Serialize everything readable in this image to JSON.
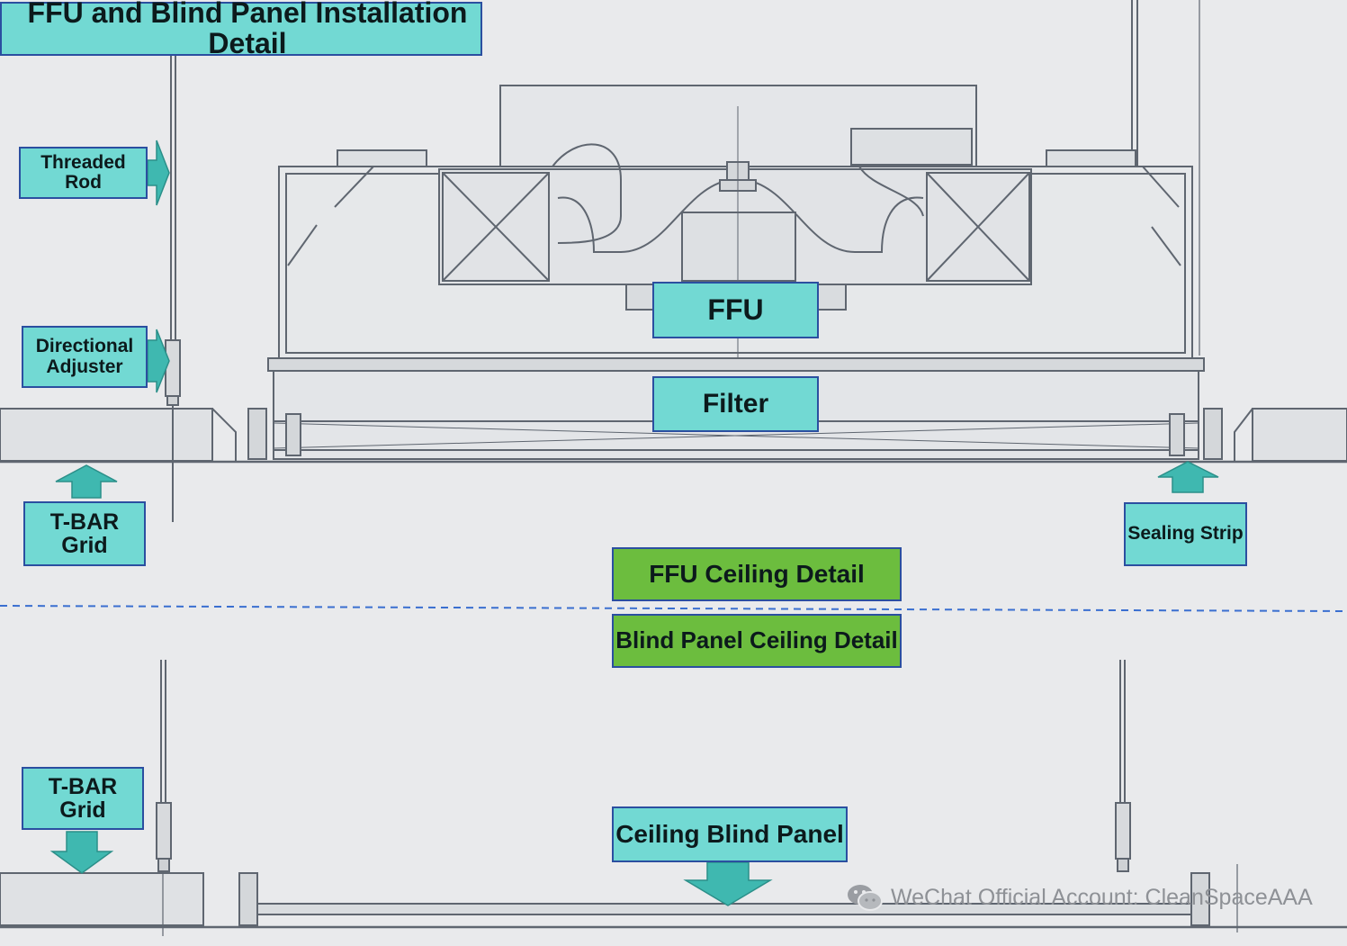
{
  "title": "FFU and Blind Panel Installation Detail",
  "labels": {
    "threaded_rod": "Threaded Rod",
    "directional_adjuster": "Directional Adjuster",
    "tbar_grid_top": "T-BAR Grid",
    "ffu": "FFU",
    "filter": "Filter",
    "sealing_strip": "Sealing Strip",
    "ffu_ceiling_detail": "FFU Ceiling Detail",
    "blind_panel_ceiling_detail": "Blind Panel Ceiling Detail",
    "tbar_grid_bottom": "T-BAR Grid",
    "ceiling_blind_panel": "Ceiling Blind Panel"
  },
  "watermark": {
    "text": "WeChat Official Account: CleanSpaceAAA",
    "icon": "wechat-icon"
  },
  "colors": {
    "label_fill": "#72d9d3",
    "label_border": "#2b4fa0",
    "section_fill": "#6cbd3e",
    "arrow_fill": "#3fb8b0",
    "divider": "#3a6fd0",
    "line": "#5f6670"
  }
}
